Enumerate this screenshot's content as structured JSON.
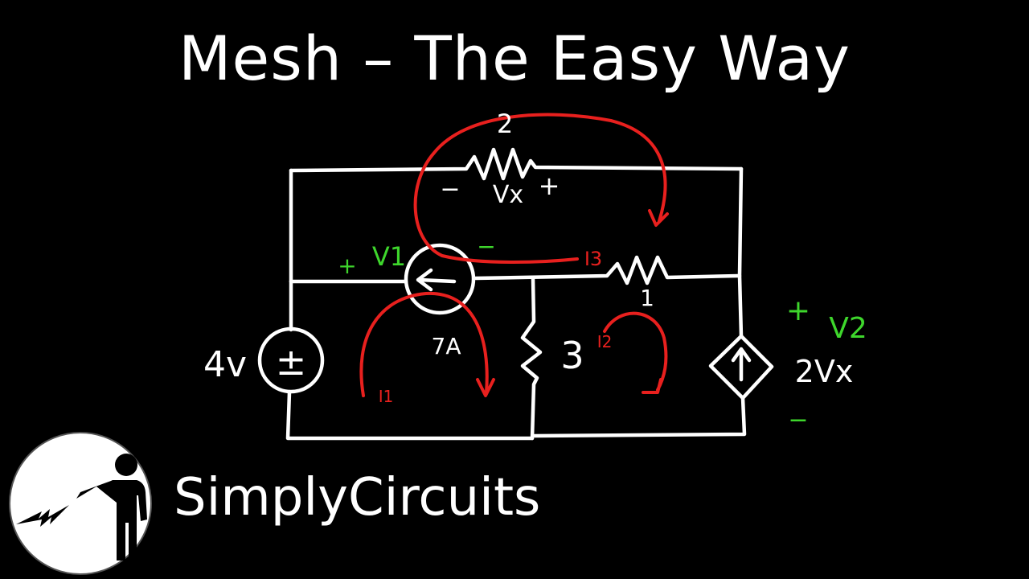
{
  "title": "Mesh – The Easy Way",
  "brand": "SimplyCircuits",
  "colors": {
    "background": "#000000",
    "wire": "#ffffff",
    "mesh_current": "#e8201e",
    "node_voltage": "#3ed62c"
  },
  "circuit": {
    "top_resistor": "2",
    "vx_minus": "−",
    "vx_label": "Vx",
    "vx_plus": "+",
    "v1_plus": "+",
    "v1_label": "V1",
    "v1_minus": "−",
    "i3_label": "I3",
    "right_resistor": "1",
    "voltage_source": "4v",
    "voltage_source_symbol": "±",
    "current_source": "7A",
    "middle_resistor": "3",
    "i2_label": "I2",
    "i1_label": "I1",
    "v2_plus": "+",
    "v2_label": "V2",
    "dependent_source": "2Vx",
    "v2_minus": "−"
  }
}
